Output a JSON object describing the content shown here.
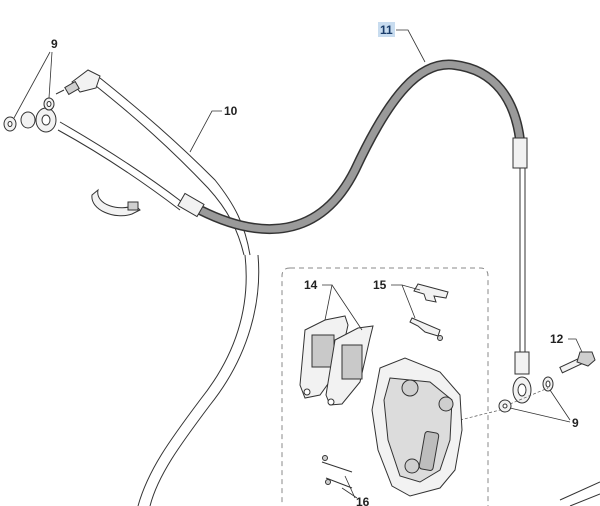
{
  "callouts": {
    "c9_top": "9",
    "c10": "10",
    "c11": "11",
    "c12": "12",
    "c14": "14",
    "c15": "15",
    "c9_right": "9",
    "c16": "16"
  },
  "colors": {
    "highlight_bg": "#c8dcef",
    "highlight_text": "#1a3d6b",
    "line": "#333333",
    "dashed_frame": "#888888"
  }
}
